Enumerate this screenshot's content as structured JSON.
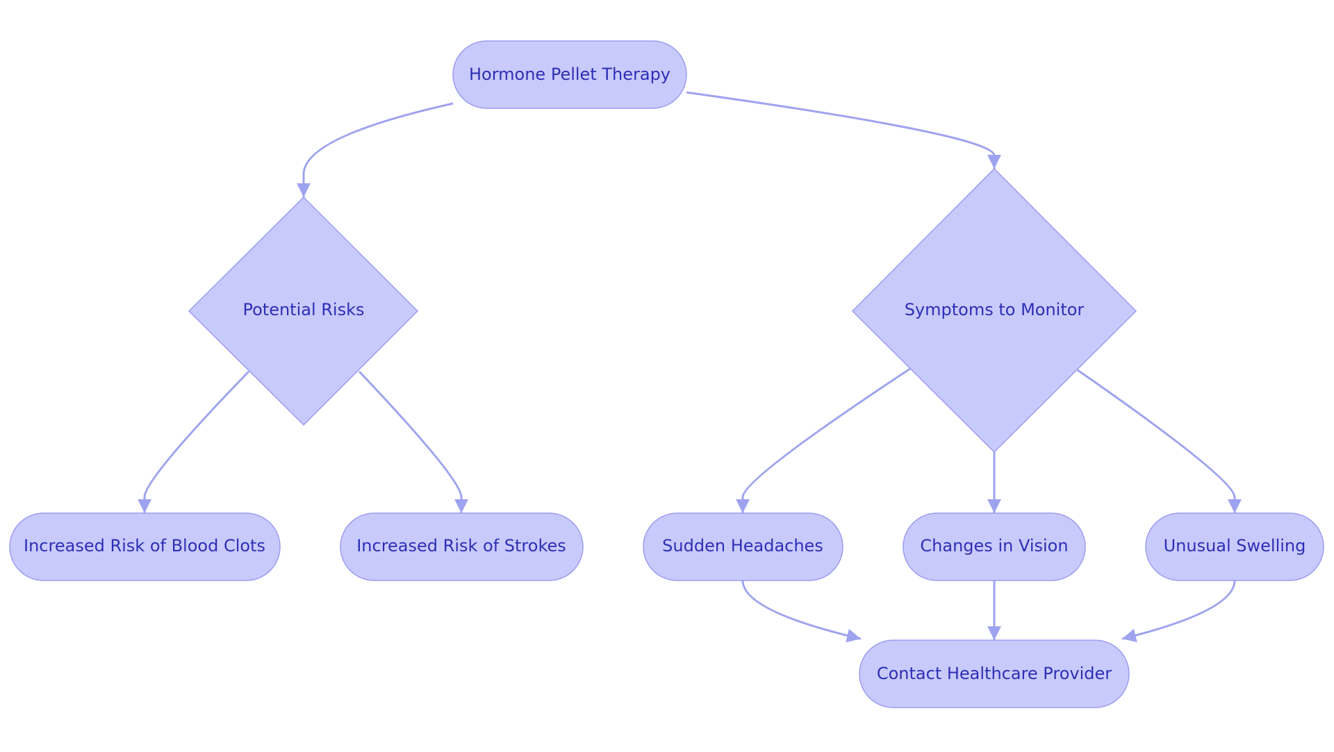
{
  "colors": {
    "node_fill": "#c9cafc",
    "node_stroke": "#9b9cf0",
    "edge": "#9ea3ef",
    "text": "#2d2fb4",
    "background": "#ffffff"
  },
  "nodes": {
    "hormone_pellet_therapy": {
      "label": "Hormone Pellet Therapy",
      "shape": "stadium"
    },
    "potential_risks": {
      "label": "Potential Risks",
      "shape": "diamond"
    },
    "symptoms_to_monitor": {
      "label": "Symptoms to Monitor",
      "shape": "diamond"
    },
    "blood_clots": {
      "label": "Increased Risk of Blood Clots",
      "shape": "stadium"
    },
    "strokes": {
      "label": "Increased Risk of Strokes",
      "shape": "stadium"
    },
    "sudden_headaches": {
      "label": "Sudden Headaches",
      "shape": "stadium"
    },
    "changes_in_vision": {
      "label": "Changes in Vision",
      "shape": "stadium"
    },
    "unusual_swelling": {
      "label": "Unusual Swelling",
      "shape": "stadium"
    },
    "contact_provider": {
      "label": "Contact Healthcare Provider",
      "shape": "stadium"
    }
  },
  "edges": [
    {
      "from": "hormone_pellet_therapy",
      "to": "potential_risks"
    },
    {
      "from": "hormone_pellet_therapy",
      "to": "symptoms_to_monitor"
    },
    {
      "from": "potential_risks",
      "to": "blood_clots"
    },
    {
      "from": "potential_risks",
      "to": "strokes"
    },
    {
      "from": "symptoms_to_monitor",
      "to": "sudden_headaches"
    },
    {
      "from": "symptoms_to_monitor",
      "to": "changes_in_vision"
    },
    {
      "from": "symptoms_to_monitor",
      "to": "unusual_swelling"
    },
    {
      "from": "sudden_headaches",
      "to": "contact_provider"
    },
    {
      "from": "changes_in_vision",
      "to": "contact_provider"
    },
    {
      "from": "unusual_swelling",
      "to": "contact_provider"
    }
  ]
}
